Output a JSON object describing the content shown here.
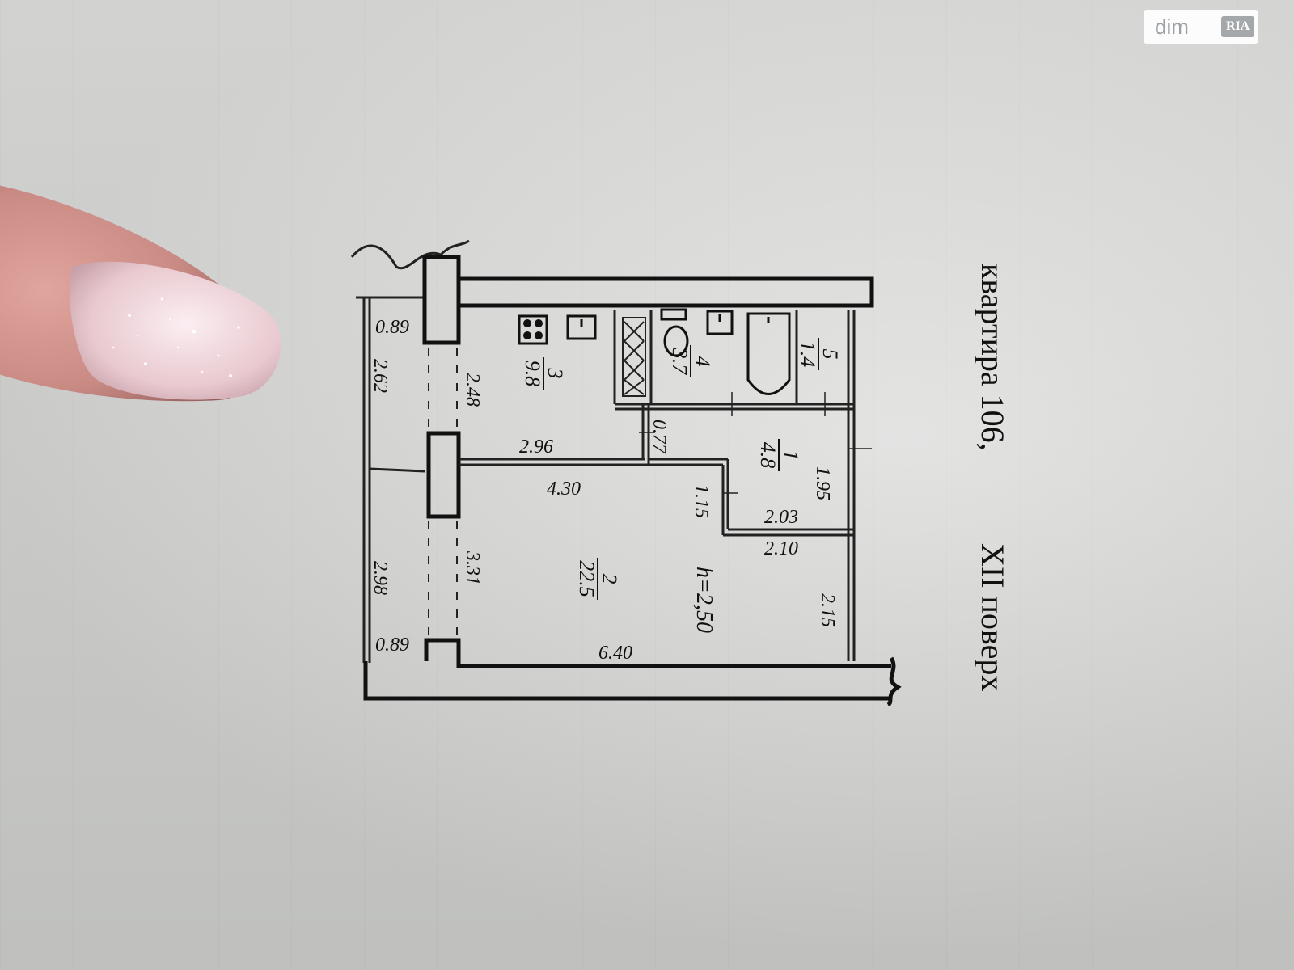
{
  "watermark": {
    "brand": "dim",
    "logo": "RIA"
  },
  "caption": {
    "apartment": "квартира 106,",
    "floor": "XII поверх"
  },
  "rooms": [
    {
      "number": "1",
      "area": "4.8"
    },
    {
      "number": "2",
      "area": "22.5"
    },
    {
      "number": "3",
      "area": "9.8"
    },
    {
      "number": "4",
      "area": "3.7"
    },
    {
      "number": "5",
      "area": "1.4"
    }
  ],
  "dimensions": {
    "balcony_top_width": "0.89",
    "balcony_top_length": "2.62",
    "balcony_bottom_length": "2.98",
    "balcony_bottom_width": "0.89",
    "kitchen_window": "2.48",
    "kitchen_width": "2.96",
    "kitchen_door": "0.77",
    "room_width": "4.30",
    "room_window": "3.31",
    "room_length": "6.40",
    "hall_step": "1.15",
    "hall_width": "2.03",
    "hall_depth": "1.95",
    "entry_width": "2.10",
    "entry_depth": "2.15"
  },
  "ceiling_height": "h=2,50",
  "colors": {
    "wall": "#111111",
    "paper": "#d6d7d4",
    "nail": "#e8c9cf",
    "skin": "#c98a84"
  },
  "icons": [
    "finger-photo",
    "stove-icon",
    "sink-icon",
    "vent-shaft-icon",
    "toilet-icon",
    "bathtub-icon"
  ]
}
